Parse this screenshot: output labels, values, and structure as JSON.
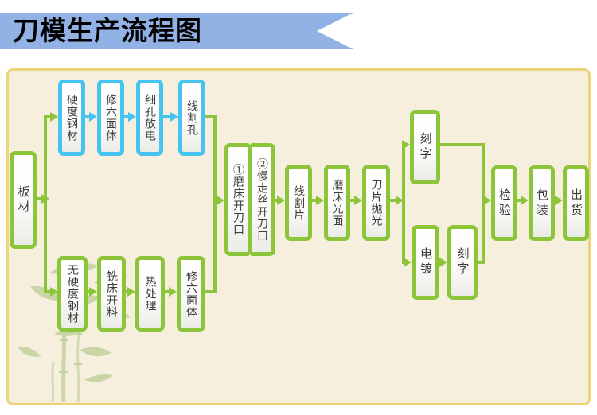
{
  "title": "刀模生产流程图",
  "flow": {
    "nodes": [
      {
        "label": "板材",
        "style": "green"
      },
      {
        "label": "硬度钢材",
        "style": "blue"
      },
      {
        "label": "修六面体",
        "style": "blue"
      },
      {
        "label": "细孔放电",
        "style": "blue"
      },
      {
        "label": "线割孔",
        "style": "blue"
      },
      {
        "label": "无硬度钢材",
        "style": "green"
      },
      {
        "label": "铣床开料",
        "style": "green"
      },
      {
        "label": "热处理",
        "style": "green"
      },
      {
        "label": "修六面体",
        "style": "green"
      },
      {
        "label": "①磨床开刀口",
        "style": "green"
      },
      {
        "label": "②慢走丝开刀口",
        "style": "green"
      },
      {
        "label": "线割片",
        "style": "green"
      },
      {
        "label": "磨床光面",
        "style": "green"
      },
      {
        "label": "刀片抛光",
        "style": "green"
      },
      {
        "label": "刻字",
        "style": "green"
      },
      {
        "label": "电镀",
        "style": "green"
      },
      {
        "label": "刻字",
        "style": "green"
      },
      {
        "label": "检验",
        "style": "green"
      },
      {
        "label": "包装",
        "style": "green"
      },
      {
        "label": "出货",
        "style": "green"
      }
    ]
  },
  "colors": {
    "banner_blue": "#92b1e5",
    "node_green_border": "#8cc53a",
    "node_blue_border": "#45c4f2",
    "panel_background": "#f7efde",
    "panel_border": "#eed479",
    "node_text": "#3c3c3c",
    "title_text": "#000000"
  },
  "decoration": {
    "bamboo": "faded bamboo stalk watermark, bottom-left of panel"
  }
}
